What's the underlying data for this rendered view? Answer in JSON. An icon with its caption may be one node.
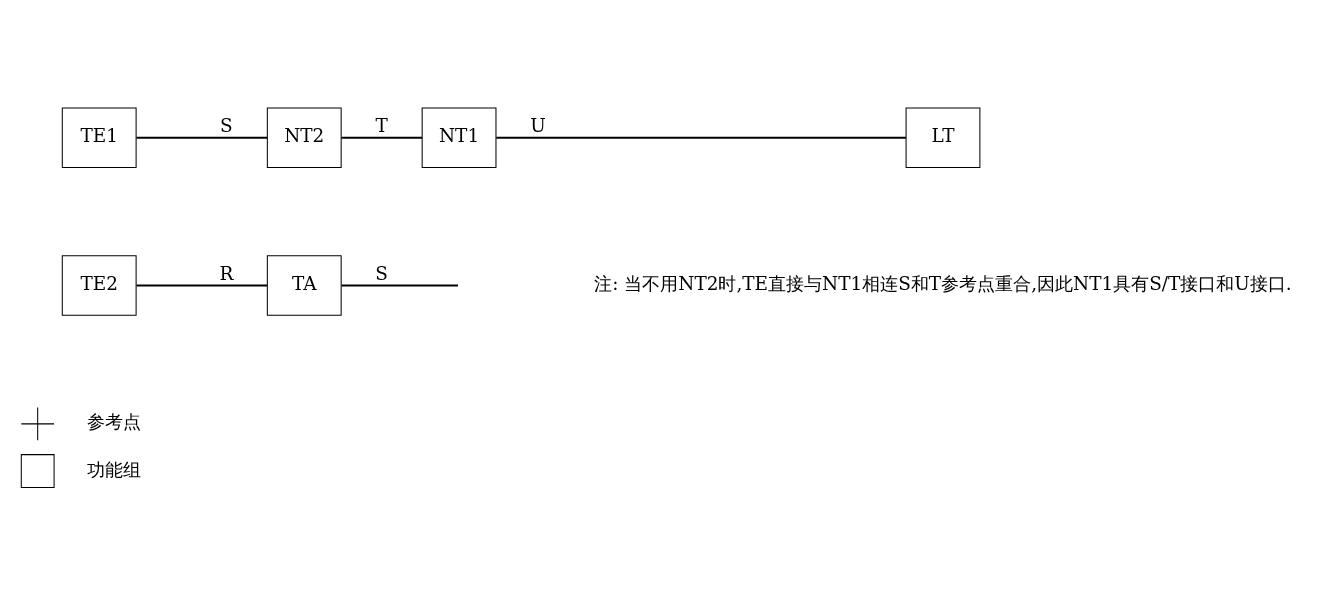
{
  "diagram": {
    "nodes": [
      {
        "text": [
          "TE1"
        ]
      },
      {
        "text": [
          "NT2"
        ]
      },
      {
        "text": [
          "NT1"
        ]
      },
      {
        "text": [
          "LT"
        ]
      },
      {
        "text": [
          "TE2"
        ]
      },
      {
        "text": [
          "TA"
        ]
      }
    ],
    "edges": [
      {
        "from": 0,
        "to": 1,
        "arrow": "none",
        "label": "S"
      },
      {
        "from": 1,
        "to": 2,
        "arrow": "none",
        "label": "T"
      },
      {
        "from": 2,
        "to": 3,
        "arrow": "none",
        "label": "U"
      },
      {
        "from": 4,
        "to": 5,
        "arrow": "none",
        "label": "R"
      },
      {
        "from": 5,
        "to": null,
        "arrow": "none",
        "label": "S"
      }
    ],
    "labels": [
      "注: 当不用NT2时,TE直接与NT1相连S和T参考点重合,因此NT1具有S/T接口和U接口."
    ],
    "legend": [
      {
        "text": "参考点"
      },
      {
        "text": "功能组"
      }
    ]
  }
}
